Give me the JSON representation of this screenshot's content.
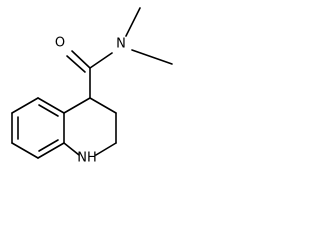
{
  "molecule": {
    "atoms": {
      "oxygen": "O",
      "amide_nitrogen": "N",
      "ring_nitrogen": "NH"
    }
  }
}
